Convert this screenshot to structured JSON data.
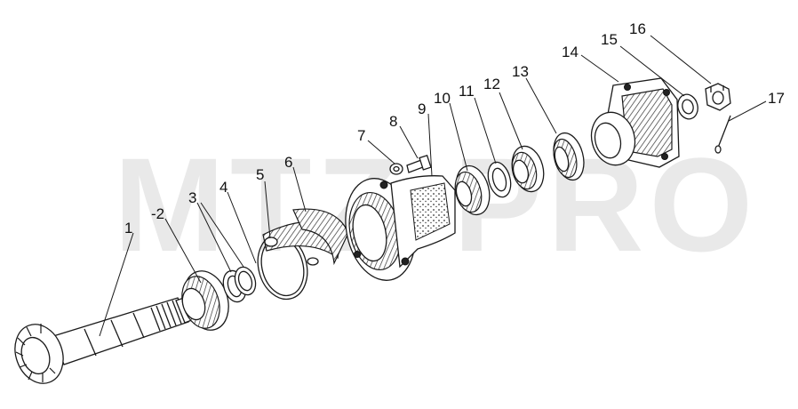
{
  "watermark": "MTZ-PRO",
  "callouts": [
    {
      "id": "1",
      "text": "1"
    },
    {
      "id": "2",
      "text": "-2"
    },
    {
      "id": "3",
      "text": "3"
    },
    {
      "id": "4",
      "text": "4"
    },
    {
      "id": "5",
      "text": "5"
    },
    {
      "id": "6",
      "text": "6"
    },
    {
      "id": "7",
      "text": "7"
    },
    {
      "id": "8",
      "text": "8"
    },
    {
      "id": "9",
      "text": "9"
    },
    {
      "id": "10",
      "text": "10"
    },
    {
      "id": "11",
      "text": "11"
    },
    {
      "id": "12",
      "text": "12"
    },
    {
      "id": "13",
      "text": "13"
    },
    {
      "id": "14",
      "text": "14"
    },
    {
      "id": "15",
      "text": "15"
    },
    {
      "id": "16",
      "text": "16"
    },
    {
      "id": "17",
      "text": "17"
    }
  ]
}
